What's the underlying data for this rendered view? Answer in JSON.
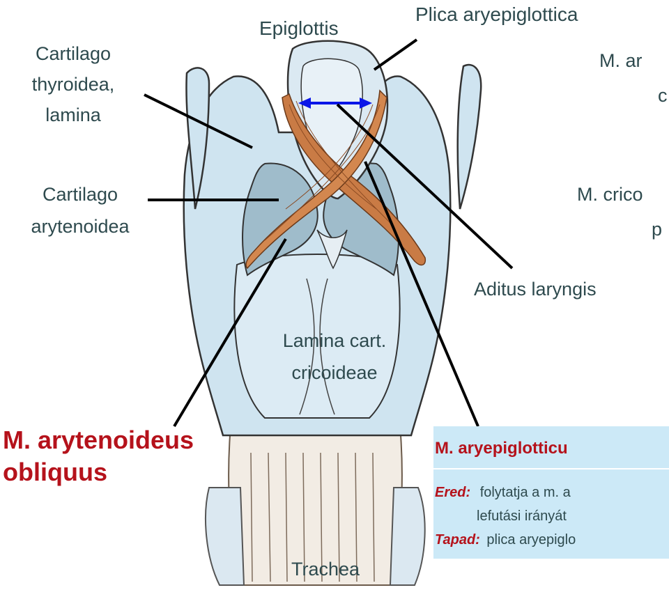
{
  "labels": {
    "epiglottis": "Epiglottis",
    "plica_aryepiglottica": "Plica aryepiglottica",
    "m_ar_partial": "M. ar",
    "c_partial": "c",
    "cartilago_thyroidea": [
      "Cartilago",
      "thyroidea,",
      "lamina"
    ],
    "cartilago_arytenoidea": [
      "Cartilago",
      "arytenoidea"
    ],
    "m_crico_partial": "M. crico",
    "p_partial": "p",
    "aditus_laryngis": "Aditus laryngis",
    "lamina_cart_cricoideae": [
      "Lamina cart.",
      "cricoideae"
    ],
    "trachea": "Trachea",
    "m_arytenoideus_obliquus": [
      "M. arytenoideus",
      "obliquus"
    ]
  },
  "info_box": {
    "title": "M. aryepiglotticu",
    "ered_key": "Ered:",
    "ered_text_1": "folytatja a m. a",
    "ered_text_2": "lefutási irányát",
    "tapad_key": "Tapad:",
    "tapad_text": "plica aryepiglo"
  },
  "colors": {
    "label_text": "#2e4a4e",
    "highlight_red": "#b5121b",
    "cartilage_fill": "#cfe4f0",
    "arytenoid_fill": "#9fbccb",
    "muscle_fill": "#c97b45",
    "arrow_blue": "#0a16e8",
    "info_bg": "#cce9f7"
  }
}
